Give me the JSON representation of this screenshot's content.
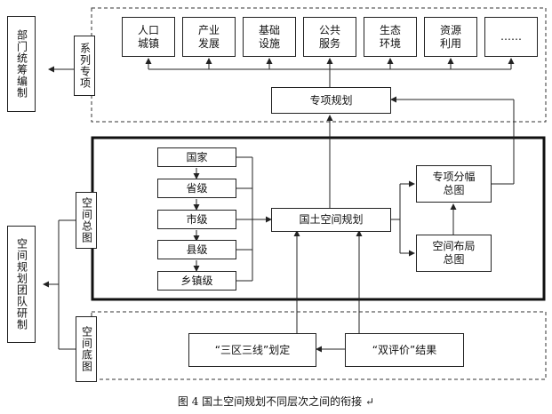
{
  "top_categories": [
    "人口\n城镇",
    "产业\n发展",
    "基础\n设施",
    "公共\n服务",
    "生态\n环境",
    "资源\n利用",
    "……"
  ],
  "special_plan": "专项规划",
  "series_special": "系列专项",
  "dept_plan": "部门统筹编制",
  "levels": [
    "国家",
    "省级",
    "市级",
    "县级",
    "乡镇级"
  ],
  "national_plan": "国土空间规划",
  "special_subchart": "专项分幅\n总图",
  "spatial_layout": "空间布局\n总图",
  "spatial_general": "空间总图",
  "team": "空间规划团队研制",
  "spatial_base": "空间底图",
  "three_zones": "“三区三线”划定",
  "dual_eval": "“双评价”结果",
  "caption": "图 4    国土空间规划不同层次之间的衔接 ↵"
}
